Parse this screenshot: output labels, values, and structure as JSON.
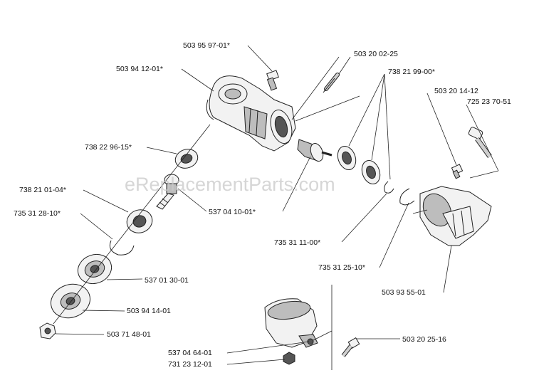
{
  "watermark": "eReplacementParts.com",
  "labels": {
    "p503959701": "503 95 97-01*",
    "p503941201": "503 94 12-01*",
    "p503200225": "503 20 02-25",
    "p738219900": "738 21 99-00*",
    "p503201412": "503 20 14-12",
    "p725237051": "725 23 70-51",
    "p738229615": "738 22 96-15*",
    "p738210104": "738 21 01-04*",
    "p537041001": "537 04 10-01*",
    "p735312810": "735 31 28-10*",
    "p735311100": "735 31 11-00*",
    "p735312510": "735 31 25-10*",
    "p537013001": "537 01 30-01",
    "p503935501": "503 93 55-01",
    "p503941401": "503 94 14-01",
    "p503714801": "503 71 48-01",
    "p503202516": "503 20 25-16",
    "p537046401": "537 04 64-01",
    "p731231201": "731 23 12-01"
  },
  "colors": {
    "line": "#222222",
    "fill": "#f2f2f2",
    "shade": "#555555",
    "watermark": "#c9c9c9"
  }
}
